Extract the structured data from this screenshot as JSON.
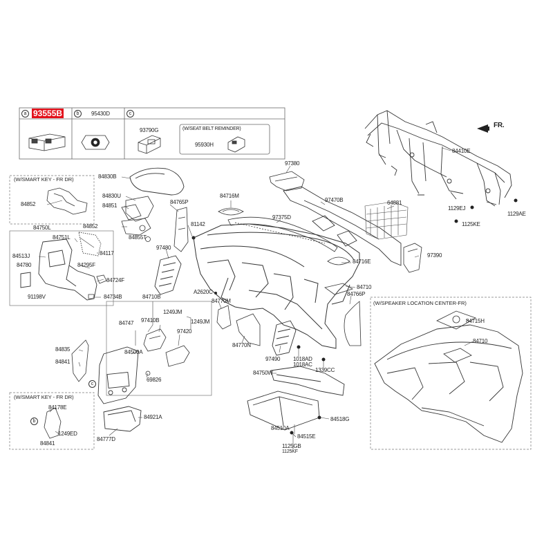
{
  "header_table": {
    "cell_a": {
      "marker": "a",
      "part": "93555B"
    },
    "cell_b": {
      "marker": "b",
      "part": "95430D"
    },
    "cell_c": {
      "marker": "c",
      "part": "93790G",
      "inset_title": "(W/SEAT BELT REMINDER)",
      "inset_part": "95930H"
    }
  },
  "direction": {
    "label": "FR."
  },
  "insets": {
    "smart_key_top": "(W/SMART KEY - FR DR)",
    "smart_key_bottom": "(W/SMART KEY - FR DR)",
    "speaker": "(W/SPEAKER LOCATION CENTER-FR)"
  },
  "labels": {
    "p84852": "84852",
    "p84750L": "84750L",
    "p84513J": "84513J",
    "p84751L": "84751L",
    "p84780": "84780",
    "p84117": "84117",
    "p84295F": "84295F",
    "p84724F": "84724F",
    "p91198V": "91198V",
    "p84734B": "84734B",
    "p84830B": "84830B",
    "p84830U": "84830U",
    "p84851": "84851",
    "p84852b": "84852",
    "p84855T": "84855T",
    "p84765P": "84765P",
    "p81142": "81142",
    "p97480": "97480",
    "p84716M": "84716M",
    "p97380": "97380",
    "p97375D": "97375D",
    "p97470B": "97470B",
    "p64881": "64881",
    "p84716E": "84716E",
    "p97390": "97390",
    "p84710": "84710",
    "p84410E": "84410E",
    "p1129EJ": "1129EJ",
    "p1129AE": "1129AE",
    "p1125KE": "1125KE",
    "pA2620C": "A2620C",
    "p84770M": "84770M",
    "p84766P": "84766P",
    "p84770N": "84770N",
    "p84710B": "84710B",
    "p84747": "84747",
    "p97410B": "97410B",
    "p1249JM_a": "1249JM",
    "p1249JM_b": "1249JM",
    "p97420": "97420",
    "p84500A": "84500A",
    "p69826": "69826",
    "p84835": "84835",
    "p84841": "84841",
    "p97490": "97490",
    "p1018AD": "1018AD",
    "p1018AC": "1018AC",
    "p1339CC": "1339CC",
    "p84750W": "84750W",
    "p84921A": "84921A",
    "p84777D": "84777D",
    "p84178E": "84178E",
    "p1249ED": "1249ED",
    "p84841b": "84841",
    "p84518G": "84518G",
    "p84510A": "84510A",
    "p84515E": "84515E",
    "p1125GB": "1125GB",
    "p1125KF": "1125KF",
    "p84715H": "84715H",
    "p84710c": "84710"
  },
  "callouts": {
    "a": "a",
    "b": "b",
    "c": "c"
  }
}
